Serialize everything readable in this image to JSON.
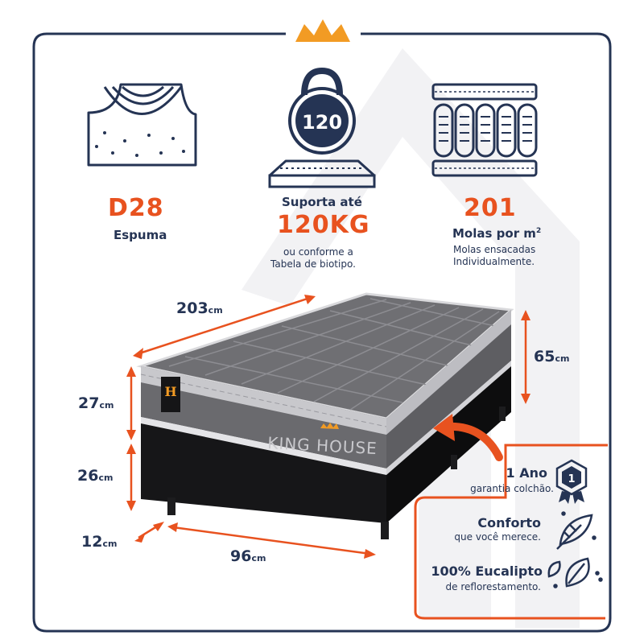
{
  "colors": {
    "navy": "#253454",
    "orange": "#e8521f",
    "watermark": "#f1f1f3"
  },
  "features": {
    "foam": {
      "value": "D28",
      "label": "Espuma",
      "icon": "foam-density-icon"
    },
    "support": {
      "label": "Suporta até",
      "value": "120KG",
      "note_line1": "ou conforme a",
      "note_line2": "Tabela de biotipo.",
      "icon_number": "120",
      "icon": "kettlebell-icon"
    },
    "springs": {
      "value": "201",
      "label": "Molas por m",
      "label_sup": "2",
      "note_line1": "Molas ensacadas",
      "note_line2": "Individualmente.",
      "icon": "pocket-springs-icon"
    }
  },
  "dimensions": {
    "length": {
      "value": "203",
      "unit": "cm"
    },
    "total_height": {
      "value": "65",
      "unit": "cm"
    },
    "mattress_height": {
      "value": "27",
      "unit": "cm"
    },
    "base_height": {
      "value": "26",
      "unit": "cm"
    },
    "feet_height": {
      "value": "12",
      "unit": "cm"
    },
    "width": {
      "value": "96",
      "unit": "cm"
    }
  },
  "brand": {
    "name": "KING HOUSE",
    "label_letter": "H"
  },
  "benefits": [
    {
      "title": "1 Ano",
      "subtitle": "garantia colchão.",
      "icon": "warranty-badge-icon",
      "badge": "1"
    },
    {
      "title": "Conforto",
      "subtitle": "que você merece.",
      "icon": "feather-icon"
    },
    {
      "title": "100% Eucalipto",
      "subtitle": "de reflorestamento.",
      "icon": "leaf-icon"
    }
  ]
}
